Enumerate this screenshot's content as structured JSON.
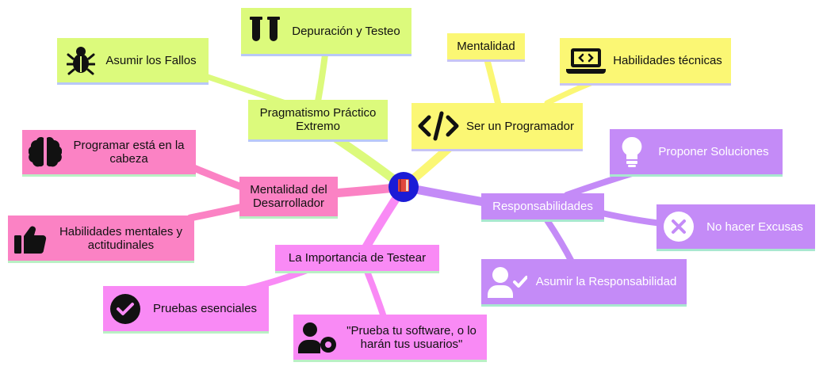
{
  "center": {
    "icon": "book-icon"
  },
  "branches": {
    "pragmatismo": {
      "label": "Pragmatismo Práctico Extremo",
      "color": "#dcfa7c"
    },
    "programador": {
      "label": "Ser un Programador",
      "icon": "code-icon",
      "color": "#fbf774"
    },
    "responsabilidades": {
      "label": "Responsabilidades",
      "color": "#c48bf7"
    },
    "testear": {
      "label": "La Importancia de Testear",
      "color": "#f98af5"
    },
    "mentalidad_dev": {
      "label": "Mentalidad del Desarrollador",
      "color": "#fb82c4"
    }
  },
  "leaves": {
    "depuracion": {
      "label": "Depuración y Testeo",
      "icon": "test-tubes-icon"
    },
    "fallos": {
      "label": "Asumir los Fallos",
      "icon": "bug-icon"
    },
    "mentalidad": {
      "label": "Mentalidad"
    },
    "habilidades_tecnicas": {
      "label": "Habilidades técnicas",
      "icon": "laptop-code-icon"
    },
    "proponer": {
      "label": "Proponer Soluciones",
      "icon": "lightbulb-icon"
    },
    "excusas": {
      "label": "No hacer Excusas",
      "icon": "x-circle-icon"
    },
    "asumir_resp": {
      "label": "Asumir la Responsabilidad",
      "icon": "user-check-icon"
    },
    "programar_cabeza": {
      "label": "Programar está en la cabeza",
      "icon": "brain-icon"
    },
    "habilidades_mentales": {
      "label": "Habilidades mentales y actitudinales",
      "icon": "thumbs-up-icon"
    },
    "pruebas": {
      "label": "Pruebas esenciales",
      "icon": "check-circle-icon"
    },
    "prueba_software": {
      "label": "\"Prueba tu software, o lo harán tus usuarios\"",
      "icon": "user-gear-icon"
    }
  }
}
